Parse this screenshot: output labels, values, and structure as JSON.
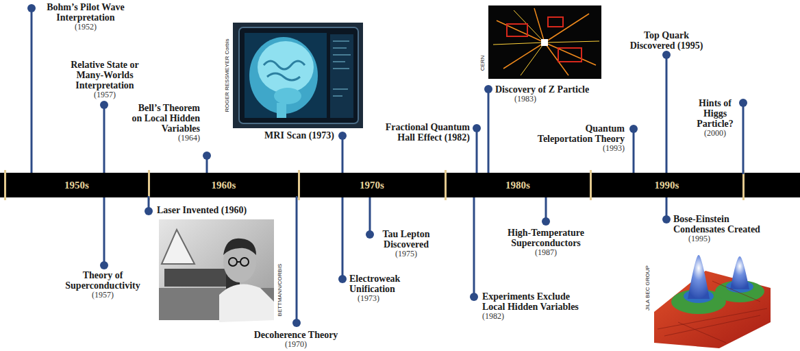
{
  "diagram": {
    "nodes": [
      {
        "text": [
          "1950s"
        ]
      },
      {
        "text": [
          "1960s"
        ]
      },
      {
        "text": [
          "1970s"
        ]
      },
      {
        "text": [
          "1980s"
        ]
      },
      {
        "text": [
          "1990s"
        ]
      }
    ],
    "labels": [
      "Bohm’s Pilot Wave Interpretation",
      "(1952)",
      "Relative State or Many-Worlds Interpretation",
      "(1957)",
      "Bell’s Theorem on Local Hidden Variables",
      "(1964)",
      "MRI Scan (1973)",
      "ROGER RESSMEYER Corbis",
      "Fractional Quantum Hall Effect (1982)",
      "CERN",
      "Discovery of Z Particle",
      "(1983)",
      "Top Quark Discovered (1995)",
      "Quantum Teleportation Theory",
      "(1993)",
      "Hints of Higgs Particle?",
      "(2000)",
      "Laser Invented (1960)",
      "BETTMANN/CORBIS",
      "Theory of Superconductivity",
      "(1957)",
      "Decoherence Theory",
      "(1970)",
      "Electroweak Unification",
      "(1973)",
      "Tau Lepton Discovered",
      "(1975)",
      "Experiments Exclude Local Hidden Variables",
      "(1982)",
      "High-Temperature Superconductors",
      "(1987)",
      "Bose-Einstein Condensates Created",
      "(1995)",
      "JILA BEC GROUP"
    ]
  }
}
